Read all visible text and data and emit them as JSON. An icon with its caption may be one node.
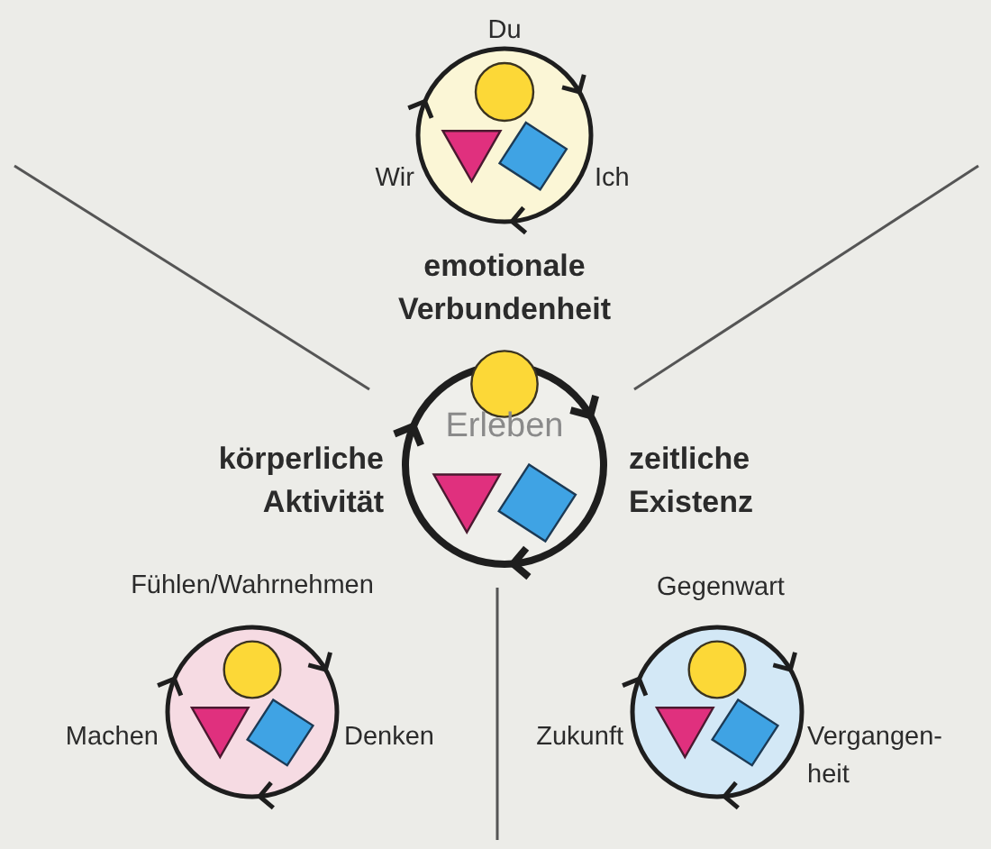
{
  "diagram": {
    "nodes": [
      {
        "text": [],
        "shape": "circle",
        "beside": [
          "Du",
          "Wir",
          "Ich"
        ]
      },
      {
        "text": [
          "Erleben"
        ]
      },
      {
        "text": [],
        "shape": "circle",
        "beside": [
          "Fühlen/Wahrnehmen",
          "Machen",
          "Denken"
        ]
      },
      {
        "text": [],
        "shape": "circle",
        "beside": [
          "Gegenwart",
          "Zukunft",
          "Vergangen- heit"
        ]
      }
    ],
    "labels": [
      "emotionale Verbundenheit",
      "körperliche Aktivität",
      "zeitliche Existenz"
    ]
  }
}
